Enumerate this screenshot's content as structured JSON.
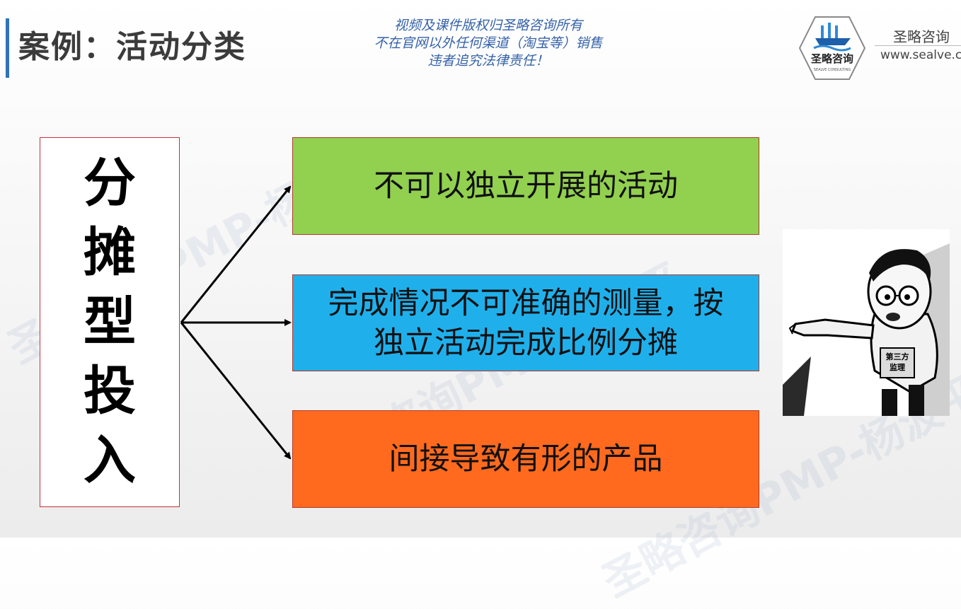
{
  "slide": {
    "title": "案例：活动分类"
  },
  "copyright": {
    "line1": "视频及课件版权归圣略咨询所有",
    "line2": "不在官网以外任何渠道（淘宝等）销售",
    "line3": "违者追究法律责任！"
  },
  "brand": {
    "logo_text": "圣略咨询",
    "logo_subtext": "SEALVE CONSULTING",
    "name": "圣略咨询",
    "url": "www.sealve.c"
  },
  "watermarks": [
    "圣略咨询PMP-杨波平",
    "圣略咨询PMP-杨波平",
    "圣略咨询PMP-杨波平"
  ],
  "left_label": {
    "chars": [
      "分",
      "摊",
      "型",
      "投",
      "入"
    ]
  },
  "boxes": {
    "green": {
      "text": "不可以独立开展的活动",
      "color": "#92d050"
    },
    "blue": {
      "line1": "完成情况不可准确的测量，按",
      "line2": "独立活动完成比例分摊",
      "color": "#1fb0ec"
    },
    "orange": {
      "text": "间接导致有形的产品",
      "color": "#ff6a1f"
    }
  },
  "cartoon": {
    "badge_line1": "第三方",
    "badge_line2": "监理"
  },
  "colors": {
    "accent": "#2f73b8",
    "copyright_text": "#3562a8",
    "underline": "#d6253a",
    "border": "#c9303a"
  }
}
